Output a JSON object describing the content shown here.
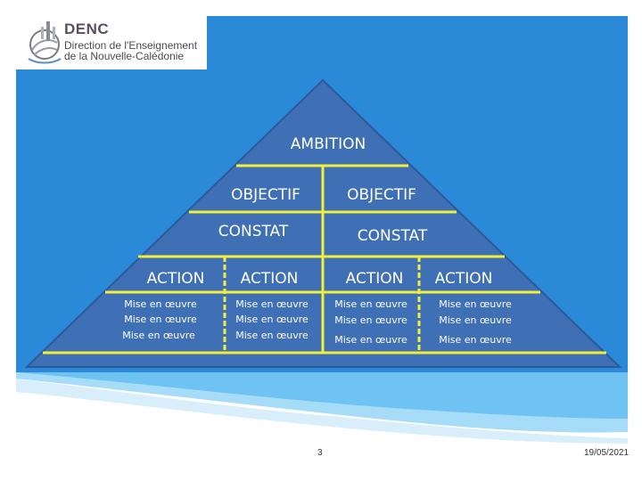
{
  "logo": {
    "title": "DENC",
    "line1": "Direction de l'Enseignement",
    "line2": "de la Nouvelle-Calédonie"
  },
  "pyramid": {
    "top": "AMBITION",
    "objectives": [
      "OBJECTIF",
      "OBJECTIF"
    ],
    "constats": [
      "CONSTAT",
      "CONSTAT"
    ],
    "actions": [
      "ACTION",
      "ACTION",
      "ACTION",
      "ACTION"
    ],
    "implementations": [
      [
        "Mise en œuvre",
        "Mise en œuvre",
        "Mise en œuvre"
      ],
      [
        "Mise en œuvre",
        "Mise en œuvre",
        "Mise en œuvre"
      ],
      [
        "Mise en œuvre",
        "Mise en œuvre",
        "Mise en œuvre"
      ],
      [
        "Mise en œuvre",
        "Mise en œuvre",
        "Mise en œuvre"
      ]
    ]
  },
  "footer": {
    "page_number": "3",
    "date": "19/05/2021"
  },
  "colors": {
    "panel": "#2a8ad8",
    "pyramid_fill": "#3f6fb4",
    "lines": "#f2ef3a",
    "text": "#ffffff"
  }
}
